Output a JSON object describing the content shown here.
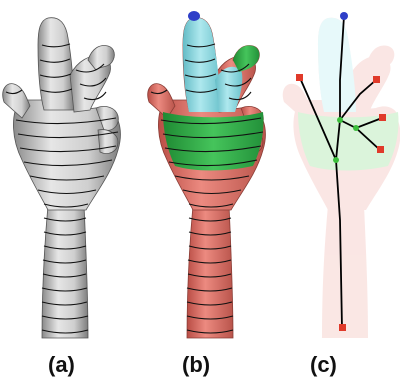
{
  "captions": {
    "a": "(a)",
    "b": "(b)",
    "c": "(c)"
  },
  "colors": {
    "gray_mesh": "#c9c9c9",
    "skin_red": "#e27a70",
    "finger_cyan": "#8fd8df",
    "palm_green": "#33b24a",
    "tip_blue": "#2e3fc8",
    "skeleton_joint_red": "#e03a2a",
    "skeleton_joint_green": "#3bbf3b",
    "skeleton_line": "#000000"
  },
  "icons": {
    "panel_a": "gray-contoured-hand-mesh",
    "panel_b": "segmented-colored-hand-mesh",
    "panel_c": "hand-skeleton-graph"
  }
}
